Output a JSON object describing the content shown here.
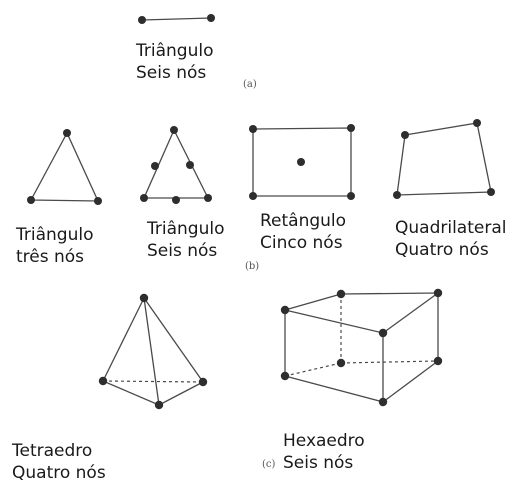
{
  "part_a": {
    "tag": "(a)",
    "element": {
      "line1": "Triângulo",
      "line2": "Seis nós"
    }
  },
  "part_b": {
    "tag": "(b)",
    "triangle_3": {
      "line1": "Triângulo",
      "line2": "três nós"
    },
    "triangle_6": {
      "line1": "Triângulo",
      "line2": "Seis nós"
    },
    "rectangle_5": {
      "line1": "Retângulo",
      "line2": "Cinco nós"
    },
    "quadrilateral_4": {
      "line1": "Quadrilateral",
      "line2": "Quatro nós"
    }
  },
  "part_c": {
    "tag": "(c)",
    "tetrahedron": {
      "line1": "Tetraedro",
      "line2": "Quatro nós"
    },
    "hexahedron": {
      "line1": "Hexaedro",
      "line2": "Seis nós"
    }
  }
}
